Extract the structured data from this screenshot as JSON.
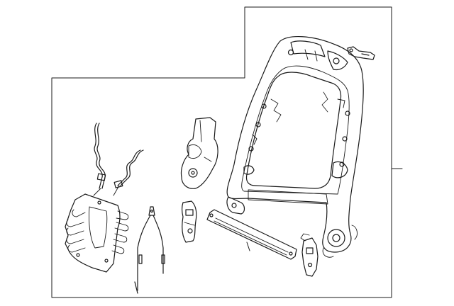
{
  "diagram": {
    "kind": "parts exploded view",
    "line_color": "#1a1a1a",
    "background": "#ffffff",
    "parts": [
      {
        "name": "seat-back-frame"
      },
      {
        "name": "frame-clip-tab"
      },
      {
        "name": "seat-heater-pad"
      },
      {
        "name": "heater-wire-harness"
      },
      {
        "name": "cable-connector-assembly"
      },
      {
        "name": "recliner-cover-upper"
      },
      {
        "name": "recliner-bracket-small"
      },
      {
        "name": "lumbar-support-strip"
      },
      {
        "name": "side-bracket-lower"
      }
    ]
  }
}
